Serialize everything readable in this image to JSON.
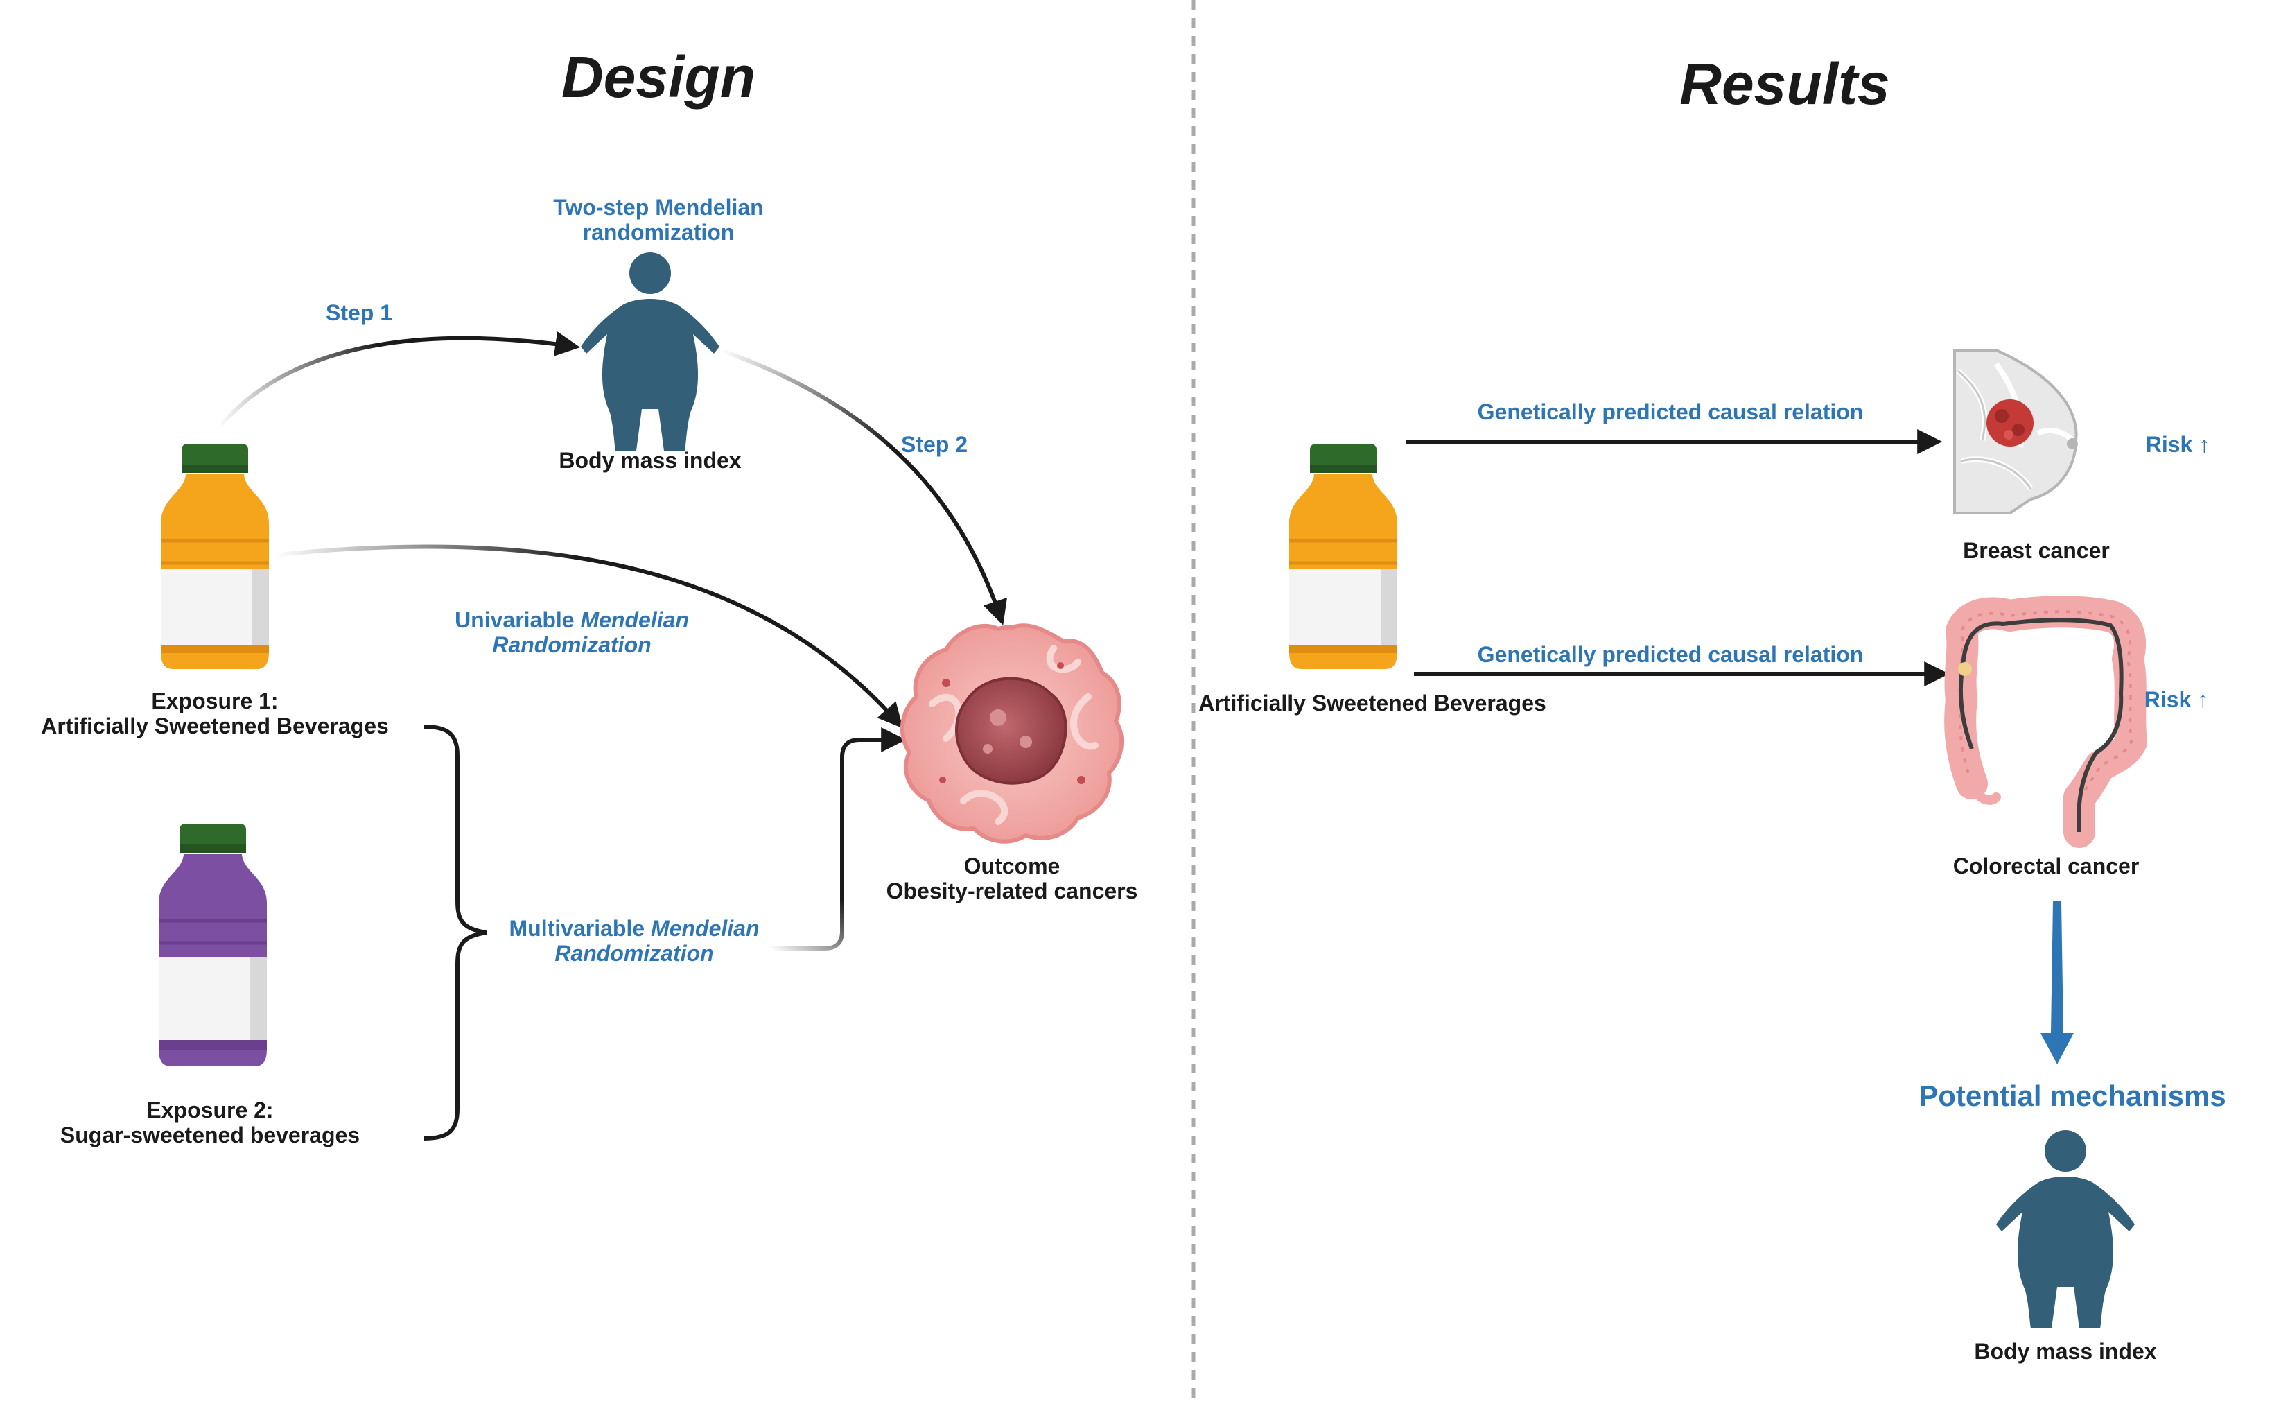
{
  "design": {
    "title": "Design",
    "two_step_line1": "Two-step Mendelian",
    "two_step_line2": "randomization",
    "step1": "Step 1",
    "step2": "Step 2",
    "bmi_label": "Body mass index",
    "univariable_prefix": "Univariable ",
    "univariable_italic": "Mendelian",
    "univariable_line2": "Randomization",
    "multivariable_prefix": "Multivariable ",
    "multivariable_italic": "Mendelian",
    "multivariable_line2": "Randomization",
    "exposure1_line1": "Exposure 1:",
    "exposure1_line2": "Artificially Sweetened Beverages",
    "exposure2_line1": "Exposure 2:",
    "exposure2_line2": "Sugar-sweetened beverages",
    "outcome_line1": "Outcome",
    "outcome_line2": "Obesity-related cancers"
  },
  "results": {
    "title": "Results",
    "relation1": "Genetically predicted causal relation",
    "relation2": "Genetically predicted causal relation",
    "beverage_label": "Artificially Sweetened Beverages",
    "breast_label": "Breast cancer",
    "colorectal_label": "Colorectal cancer",
    "risk1": "Risk ↑",
    "risk2": "Risk ↑",
    "mechanisms": "Potential mechanisms",
    "bmi_label": "Body mass index"
  },
  "colors": {
    "accent_blue": "#2e75b6",
    "person": "#335f78",
    "orange_bottle": "#f4a51c",
    "purple_bottle": "#7d4fa3",
    "cap_green": "#2e6b2a",
    "cell_pink": "#f2b3b0",
    "nucleus": "#a64a50"
  },
  "icons": [
    "person-icon",
    "bottle-orange-icon",
    "bottle-purple-icon",
    "cancer-cell-icon",
    "breast-icon",
    "colon-icon"
  ]
}
